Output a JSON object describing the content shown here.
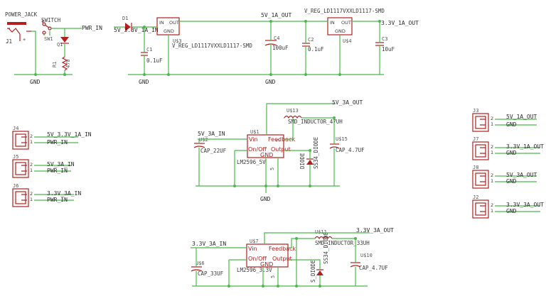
{
  "power_input": {
    "jack_label": "POWER_JACK",
    "jack_ref": "J1",
    "switch_label": "SWITCH",
    "switch_ref": "SW1",
    "led_ref": "Q1",
    "resistor_ref": "R1",
    "resistor_value": "470",
    "net_pwr_in": "PWR_IN",
    "gnd": "GND"
  },
  "regulators": {
    "diode_ref": "D1",
    "net_5v33_in": "5V_3.3V_1A_IN",
    "net_5v_1a_out": "5V_1A_OUT",
    "net_33v_1a_out": "3.3V_1A_OUT",
    "reg1_ref": "U$3",
    "reg1_part": "V_REG_LD1117VXXLD1117-SMD",
    "reg2_ref": "U$4",
    "reg2_part": "V_REG_LD1117VXXLD1117-SMD",
    "pin_in": "IN",
    "pin_out": "OUT",
    "pin_gnd": "GND",
    "c1_ref": "C1",
    "c1_val": "0.1uF",
    "c4_ref": "C4",
    "c4_val": "100uF",
    "c2_ref": "C2",
    "c2_val": "0.1uF",
    "c3_ref": "C3",
    "c3_val": "10uF",
    "gnd": "GND"
  },
  "left_connectors": [
    {
      "ref": "J4",
      "pin2": "2",
      "pin1": "1",
      "net_top": "5V_3.3V_1A_IN",
      "net_bottom": "PWR_IN"
    },
    {
      "ref": "J5",
      "pin2": "2",
      "pin1": "1",
      "net_top": "5V_3A_IN",
      "net_bottom": "PWR_IN"
    },
    {
      "ref": "J6",
      "pin2": "2",
      "pin1": "1",
      "net_top": "3.3V_3A_IN",
      "net_bottom": "PWR_IN"
    }
  ],
  "right_connectors": [
    {
      "ref": "J3",
      "pin2": "2",
      "pin1": "1",
      "net_top": "5V_1A_OUT",
      "net_bottom": "GND"
    },
    {
      "ref": "J7",
      "pin2": "2",
      "pin1": "1",
      "net_top": "3.3V_1A_OUT",
      "net_bottom": "GND"
    },
    {
      "ref": "J8",
      "pin2": "2",
      "pin1": "1",
      "net_top": "5V_3A_OUT",
      "net_bottom": "GND"
    },
    {
      "ref": "J2",
      "pin2": "2",
      "pin1": "1",
      "net_top": "3.3V_3A_OUT",
      "net_bottom": "GND"
    }
  ],
  "buck_5v": {
    "ic_ref": "U$1",
    "ic_part": "LM2596_5V",
    "pin_vin": "Vin",
    "pin_feedback": "Feedback",
    "pin_onoff": "On/Off",
    "pin_output": "Output",
    "pin_gnd": "GND",
    "pin_num": "5",
    "pin_num2": "5",
    "net_in": "5V_3A_IN",
    "net_out": "5V_3A_OUT",
    "cin_ref": "U$2",
    "cin_val": "CAP_22UF",
    "inductor_ref": "U$13",
    "inductor_val": "SMD_INDUCTOR_47UH",
    "diode_label": "DIODE",
    "diode_part": "SS34_DIODE",
    "cout_ref": "U$15",
    "cout_val": "CAP_4.7UF",
    "gnd": "GND"
  },
  "buck_33v": {
    "ic_ref": "U$7",
    "ic_part": "LM2596_3.3V",
    "pin_vin": "Vin",
    "pin_feedback": "Feedback",
    "pin_onoff": "On/Off",
    "pin_output": "Output",
    "pin_gnd": "GND",
    "pin_num": "5",
    "net_in": "3.3V_3A_IN",
    "net_out": "3.3V_3A_OUT",
    "cin_ref": "U$6",
    "cin_val": "CAP_33UF",
    "inductor_ref": "U$11",
    "inductor_val": "SMD_INDUCTOR_33UH",
    "diode_label": "S_DIODE",
    "diode_part": "SS34_DIODE",
    "cout_ref": "U$10",
    "cout_val": "CAP_4.7UF"
  }
}
